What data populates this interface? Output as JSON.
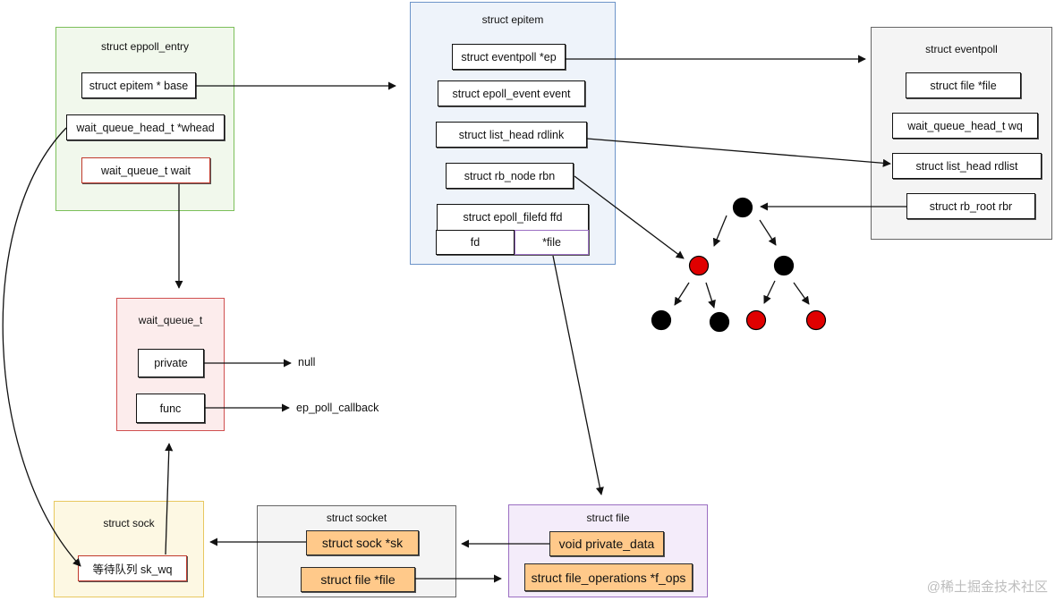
{
  "colors": {
    "green_border": "#7cbf5a",
    "green_fill": "#f1f8ec",
    "blue_border": "#6d94c9",
    "blue_fill": "#eef3fa",
    "gray_border": "#666666",
    "gray_fill": "#f4f4f4",
    "red_border": "#d05050",
    "red_fill": "#fcecec",
    "yellow_border": "#e8c860",
    "yellow_fill": "#fdf8e3",
    "purple_border": "#9b6fc2",
    "purple_fill": "#f4ecfa",
    "orange_field": "#ffc98a",
    "node_black": "#000000",
    "node_red": "#e00000"
  },
  "eppoll_entry": {
    "title": "struct eppoll_entry",
    "base": "struct epitem * base",
    "whead": "wait_queue_head_t *whead",
    "wait": "wait_queue_t wait"
  },
  "epitem": {
    "title": "struct epitem",
    "ep": "struct eventpoll *ep",
    "event": "struct epoll_event event",
    "rdlink": "struct list_head rdlink",
    "rbn": "struct rb_node rbn",
    "ffd": "struct epoll_filefd ffd",
    "fd": "fd",
    "file": "*file"
  },
  "eventpoll": {
    "title": "struct eventpoll",
    "file": "struct file *file",
    "wq": "wait_queue_head_t wq",
    "rdlist": "struct list_head rdlist",
    "rbr": "struct rb_root rbr"
  },
  "wait_queue_t": {
    "title": "wait_queue_t",
    "private": "private",
    "func": "func",
    "private_target": "null",
    "func_target": "ep_poll_callback"
  },
  "sock": {
    "title": "struct sock",
    "sk_wq": "等待队列 sk_wq"
  },
  "socket": {
    "title": "struct socket",
    "sk": "struct sock *sk",
    "file": "struct file *file"
  },
  "file": {
    "title": "struct file",
    "private_data": "void private_data",
    "f_ops": "struct file_operations *f_ops"
  },
  "rb_tree": {
    "nodes": [
      "black",
      "red",
      "black",
      "black",
      "black",
      "red",
      "red"
    ]
  },
  "watermark": "@稀土掘金技术社区"
}
